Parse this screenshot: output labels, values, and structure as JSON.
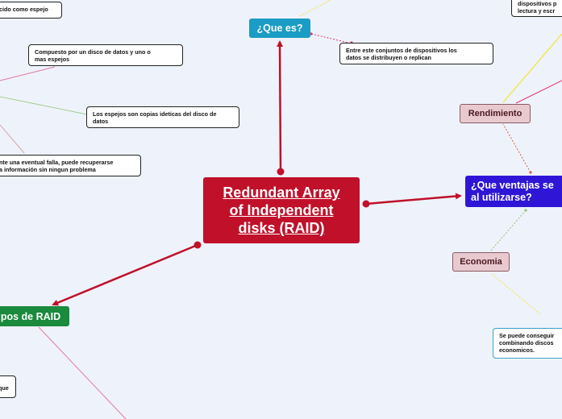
{
  "central": {
    "title": "Redundant Array\nof Independent\ndisks (RAID)"
  },
  "topics": {
    "que_es": "¿Que es?",
    "ventajas": "¿Que ventajas se\nal utilizarse?",
    "tipos": "pos de RAID",
    "rendimiento": "Rendimiento",
    "economia": "Economia"
  },
  "notes": {
    "espejo": "cido como espejo",
    "compuesto": "Compuesto por un disco de datos y uno o\nmas espejos",
    "copias": "Los espejos son copias ideticas del disco de\ndatos",
    "falla": "nte una eventual falla, puede recuperarse\na información sin ningun problema",
    "conjuntos": "Entre este conjuntos de dispositivos los\ndatos se distribuyen o replican",
    "dispositivos": "dispositivos p\nlectura y escr",
    "conseguir": "Se puede conseguir\ncombinando discos\neconomicos.",
    "que": "que"
  },
  "colors": {
    "background": "#eef2fb",
    "central": "#c0102a",
    "que_es": "#1a9cc4",
    "ventajas": "#2f16d6",
    "tipos": "#1a8a3c",
    "subtopic": "#e8c9cf",
    "connector_main": "#c0102a",
    "connector_pink": "#e0306a",
    "connector_yellow": "#f5e53a",
    "connector_green": "#8cc86a",
    "connector_orange": "#d8603a"
  }
}
